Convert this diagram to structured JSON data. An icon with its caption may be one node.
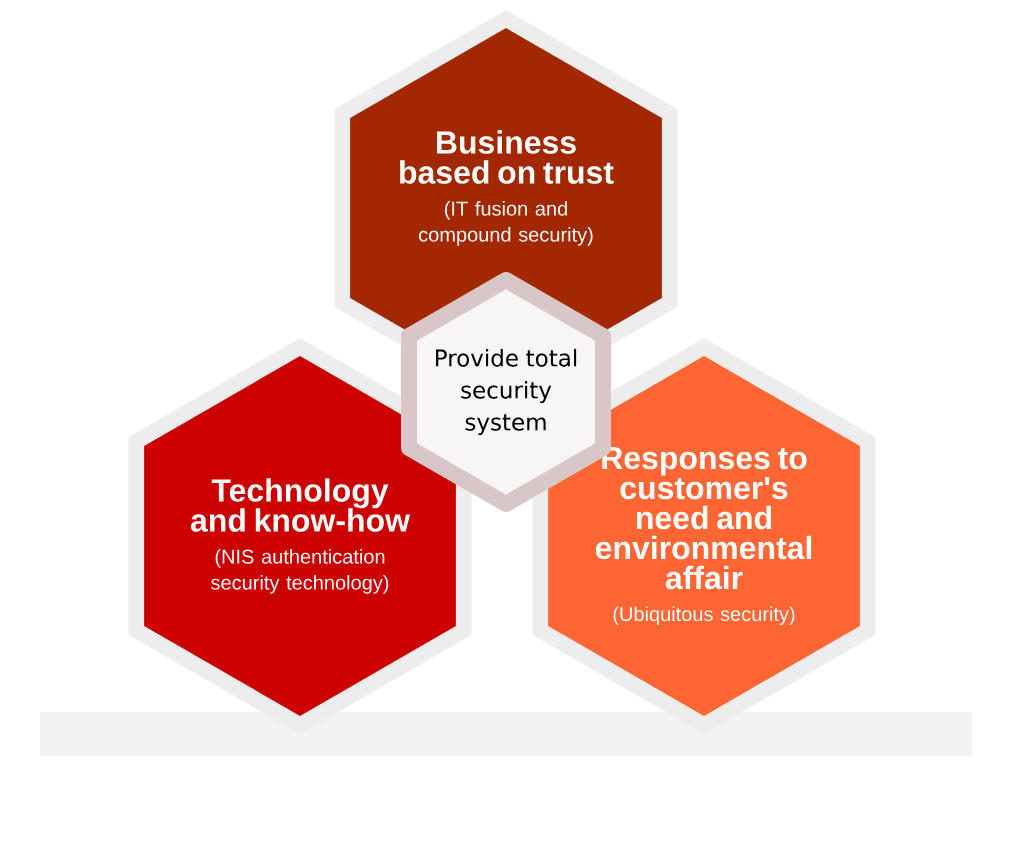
{
  "diagram": {
    "nodes": [
      {
        "text": [
          "Business based on trust",
          "(IT fusion and compound security)"
        ]
      },
      {
        "text": [
          "Technology and know-how",
          "(NIS authentication security technology)"
        ]
      },
      {
        "text": [
          "Responses to customer's need and environmental affair",
          "(Ubiquitous security)"
        ]
      },
      {
        "text": [
          "Provide total security system"
        ]
      }
    ]
  }
}
